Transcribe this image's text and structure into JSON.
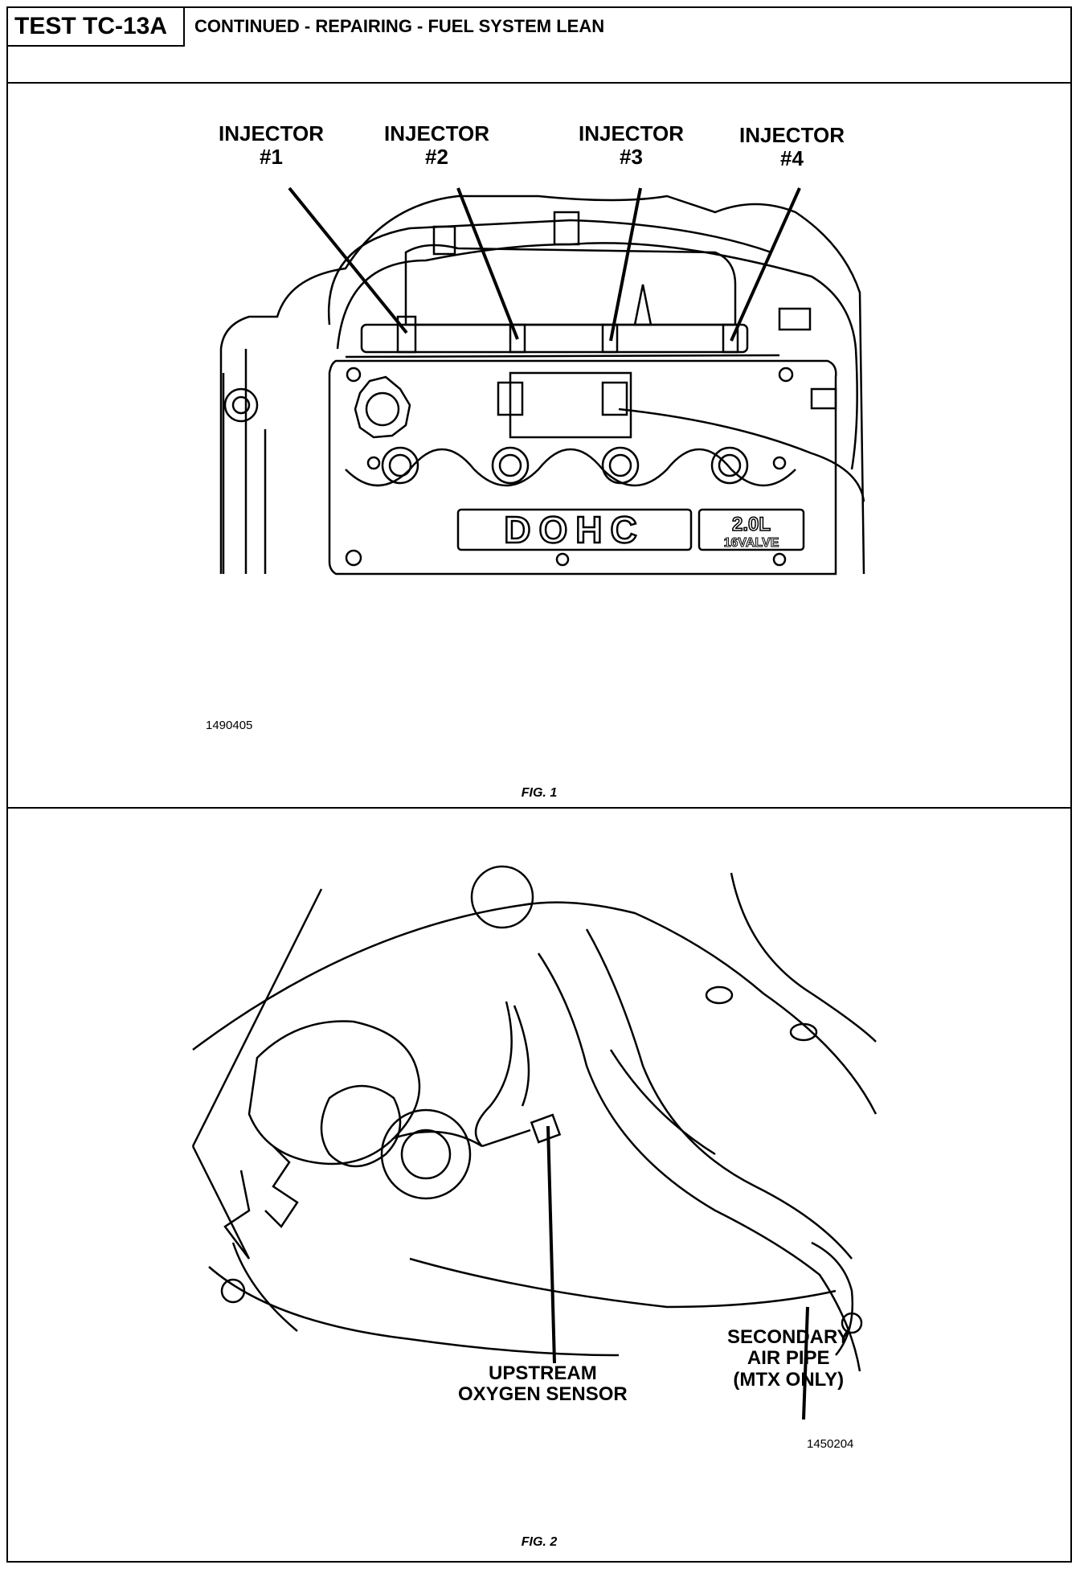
{
  "header": {
    "test_id": "TEST TC-13A",
    "title": "CONTINUED -  REPAIRING - FUEL SYSTEM LEAN"
  },
  "figure1": {
    "labels": {
      "injector1": [
        "INJECTOR",
        "#1"
      ],
      "injector2": [
        "INJECTOR",
        "#2"
      ],
      "injector3": [
        "INJECTOR",
        "#3"
      ],
      "injector4": [
        "INJECTOR",
        "#4"
      ]
    },
    "engine_text_main": "DOHC",
    "engine_text_size": "2.0L",
    "engine_text_valve": "16VALVE",
    "part_number": "1490405",
    "caption": "FIG. 1"
  },
  "figure2": {
    "labels": {
      "oxygen_sensor": [
        "UPSTREAM",
        "OXYGEN SENSOR"
      ],
      "secondary_air_pipe": [
        "SECONDARY",
        "AIR PIPE",
        "(MTX ONLY)"
      ]
    },
    "part_number": "1450204",
    "caption": "FIG. 2"
  }
}
